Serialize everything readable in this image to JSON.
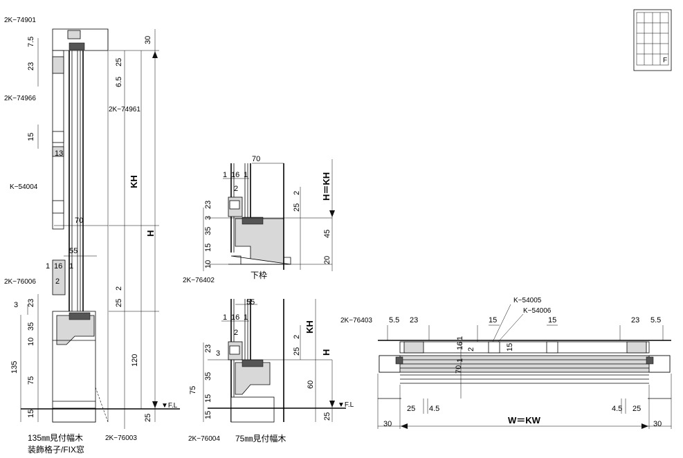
{
  "parts": {
    "p74901": "2K−74901",
    "p74966": "2K−74966",
    "p74961": "2K−74961",
    "k54004": "K−54004",
    "p76006": "2K−76006",
    "p76402": "2K−76402",
    "p76003": "2K−76003",
    "p76004": "2K−76004",
    "p76403": "2K−76403",
    "k54005": "K−54005",
    "k54006": "K−54006"
  },
  "captions": {
    "left_line1": "135㎜見付幅木",
    "left_line2": "装飾格子/FIX窓",
    "bottom_frame": "下枠",
    "mid_bottom": "75㎜見付幅木"
  },
  "symbols": {
    "H": "H",
    "KH": "KH",
    "H_eq_KH": "H＝KH",
    "W_eq_KW": "W＝KW",
    "FL": "▼F.L",
    "F": "F"
  },
  "dims": {
    "left": {
      "v7_5": "7.5",
      "v23": "23",
      "v15": "15",
      "v13": "13",
      "v70": "70",
      "v55": "55",
      "v1a": "1",
      "v16": "16",
      "v1b": "1",
      "v2": "2",
      "v3": "3",
      "v23b": "23",
      "v35": "35",
      "v10": "10",
      "v135": "135",
      "v75": "75",
      "v15b": "15",
      "r30": "30",
      "r25": "25",
      "r6_5": "6.5",
      "r2": "2",
      "r25b": "25",
      "r120": "120",
      "r25c": "25"
    },
    "mid_top": {
      "v70": "70",
      "v1a": "1",
      "v16": "16",
      "v1b": "1",
      "v2": "2",
      "v23": "23",
      "v3": "3",
      "v35": "35",
      "v15": "15",
      "v10": "10",
      "r2": "2",
      "r25": "25",
      "r45": "45",
      "r20": "20"
    },
    "mid_bot": {
      "v55": "55",
      "v1a": "1",
      "v16": "16",
      "v1b": "1",
      "v2": "2",
      "v23": "23",
      "v3": "3",
      "v35": "35",
      "v75": "75",
      "v15": "15",
      "v15b": "15",
      "r2": "2",
      "r25": "25",
      "r60": "60",
      "r25b": "25"
    },
    "plan": {
      "t5_5a": "5.5",
      "t23a": "23",
      "t15a": "15",
      "t15b": "15",
      "t23b": "23",
      "t5_5b": "5.5",
      "c16": "16",
      "c1a": "1",
      "c2": "2",
      "c1b": "1",
      "c15": "15",
      "c70": "70",
      "b25a": "25",
      "b4_5a": "4.5",
      "b4_5b": "4.5",
      "b25b": "25",
      "b30a": "30",
      "b30b": "30"
    }
  }
}
